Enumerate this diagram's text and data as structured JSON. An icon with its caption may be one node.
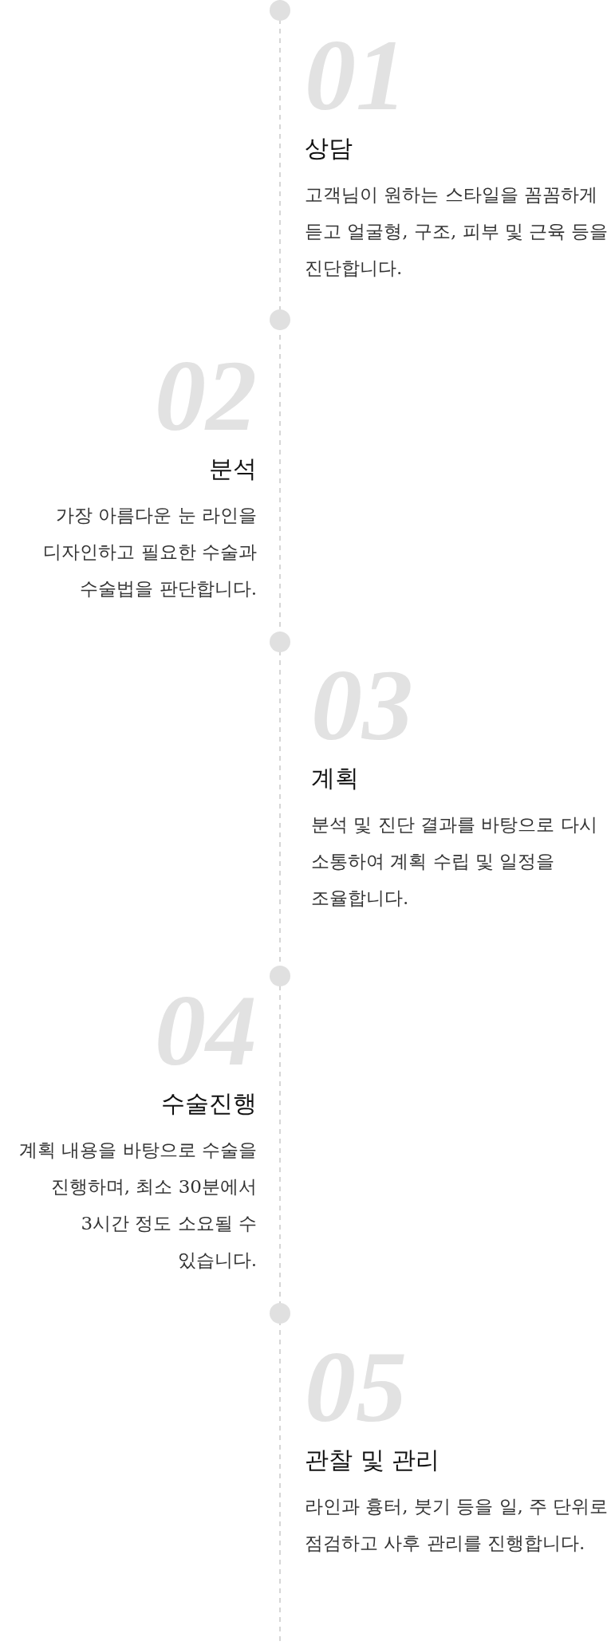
{
  "diagram": {
    "nodes": [
      {
        "text": [
          "01",
          "상담",
          "고객님이 원하는 스타일을 꼼꼼하게 듣고 얼굴형, 구조, 피부 및 근육 등을 진단합니다."
        ]
      },
      {
        "text": [
          "02",
          "분석",
          "가장 아름다운 눈 라인을 디자인하고 필요한 수술과 수술법을 판단합니다."
        ]
      },
      {
        "text": [
          "03",
          "계획",
          "분석 및 진단 결과를 바탕으로 다시 소통하여 계획 수립 및 일정을 조율합니다."
        ]
      },
      {
        "text": [
          "04",
          "수술진행",
          "계획 내용을 바탕으로 수술을 진행하며, 최소 30분에서 3시간 정도 소요될 수 있습니다."
        ]
      },
      {
        "text": [
          "05",
          "관찰 및 관리",
          "라인과 흉터, 붓기 등을 일, 주 단위로 점검하고 사후 관리를 진행합니다."
        ]
      }
    ]
  }
}
